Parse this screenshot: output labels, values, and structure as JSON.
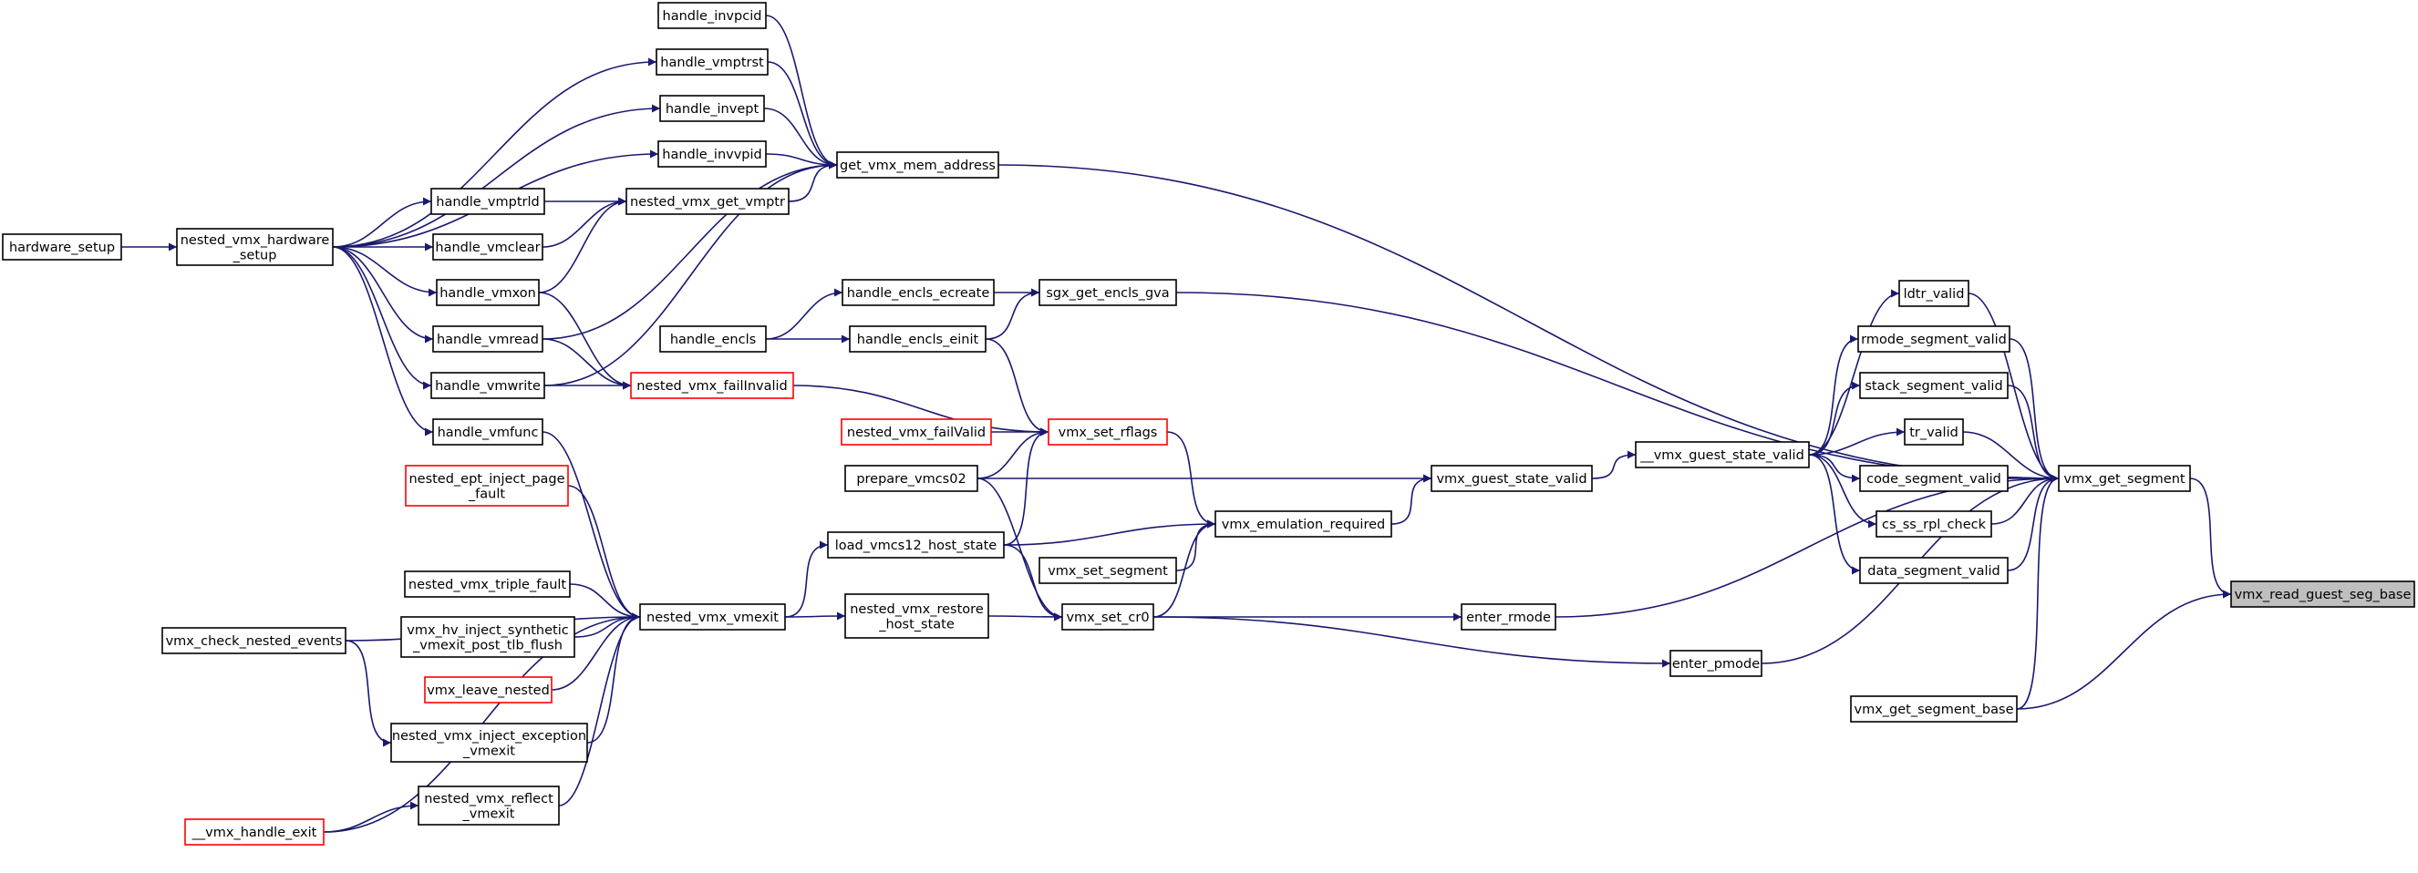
{
  "graph_title": "",
  "colors": {
    "edge": "#191970",
    "node_border": "#000000",
    "truncated_border": "#ff0000",
    "root_fill": "#bfbfbf"
  },
  "nodes": {
    "vmx_read_guest_seg_base": {
      "lines": [
        "vmx_read_guest_seg_base"
      ],
      "style": "root"
    },
    "vmx_get_segment": {
      "lines": [
        "vmx_get_segment"
      ]
    },
    "get_vmx_mem_address": {
      "lines": [
        "get_vmx_mem_address"
      ]
    },
    "sgx_get_encls_gva": {
      "lines": [
        "sgx_get_encls_gva"
      ]
    },
    "ldtr_valid": {
      "lines": [
        "ldtr_valid"
      ]
    },
    "rmode_segment_valid": {
      "lines": [
        "rmode_segment_valid"
      ]
    },
    "stack_segment_valid": {
      "lines": [
        "stack_segment_valid"
      ]
    },
    "tr_valid": {
      "lines": [
        "tr_valid"
      ]
    },
    "code_segment_valid": {
      "lines": [
        "code_segment_valid"
      ]
    },
    "cs_ss_rpl_check": {
      "lines": [
        "cs_ss_rpl_check"
      ]
    },
    "data_segment_valid": {
      "lines": [
        "data_segment_valid"
      ]
    },
    "enter_rmode": {
      "lines": [
        "enter_rmode"
      ]
    },
    "enter_pmode": {
      "lines": [
        "enter_pmode"
      ]
    },
    "vmx_get_segment_base": {
      "lines": [
        "vmx_get_segment_base"
      ]
    },
    "vmx_guest_state_valid_internal": {
      "lines": [
        "__vmx_guest_state_valid"
      ]
    },
    "vmx_guest_state_valid": {
      "lines": [
        "vmx_guest_state_valid"
      ]
    },
    "vmx_emulation_required": {
      "lines": [
        "vmx_emulation_required"
      ]
    },
    "prepare_vmcs02": {
      "lines": [
        "prepare_vmcs02"
      ]
    },
    "vmx_set_rflags": {
      "lines": [
        "vmx_set_rflags"
      ],
      "style": "truncated"
    },
    "load_vmcs12_host_state": {
      "lines": [
        "load_vmcs12_host_state"
      ]
    },
    "vmx_set_segment": {
      "lines": [
        "vmx_set_segment"
      ]
    },
    "vmx_set_cr0": {
      "lines": [
        "vmx_set_cr0"
      ]
    },
    "nested_vmx_restore_host_state": {
      "lines": [
        "nested_vmx_restore",
        "_host_state"
      ]
    },
    "nested_vmx_vmexit": {
      "lines": [
        "nested_vmx_vmexit"
      ]
    },
    "handle_encls_ecreate": {
      "lines": [
        "handle_encls_ecreate"
      ]
    },
    "handle_encls_einit": {
      "lines": [
        "handle_encls_einit"
      ]
    },
    "handle_encls": {
      "lines": [
        "handle_encls"
      ]
    },
    "nested_vmx_failInvalid": {
      "lines": [
        "nested_vmx_failInvalid"
      ],
      "style": "truncated"
    },
    "nested_vmx_failValid": {
      "lines": [
        "nested_vmx_failValid"
      ],
      "style": "truncated"
    },
    "handle_invpcid": {
      "lines": [
        "handle_invpcid"
      ]
    },
    "handle_vmptrst": {
      "lines": [
        "handle_vmptrst"
      ]
    },
    "handle_invept": {
      "lines": [
        "handle_invept"
      ]
    },
    "handle_invvpid": {
      "lines": [
        "handle_invvpid"
      ]
    },
    "nested_vmx_get_vmptr": {
      "lines": [
        "nested_vmx_get_vmptr"
      ]
    },
    "handle_vmptrld": {
      "lines": [
        "handle_vmptrld"
      ]
    },
    "handle_vmclear": {
      "lines": [
        "handle_vmclear"
      ]
    },
    "handle_vmxon": {
      "lines": [
        "handle_vmxon"
      ]
    },
    "handle_vmread": {
      "lines": [
        "handle_vmread"
      ]
    },
    "handle_vmwrite": {
      "lines": [
        "handle_vmwrite"
      ]
    },
    "handle_vmfunc": {
      "lines": [
        "handle_vmfunc"
      ]
    },
    "nested_vmx_hardware_setup": {
      "lines": [
        "nested_vmx_hardware",
        "_setup"
      ]
    },
    "hardware_setup": {
      "lines": [
        "hardware_setup"
      ]
    },
    "nested_ept_inject_page_fault": {
      "lines": [
        "nested_ept_inject_page",
        "_fault"
      ],
      "style": "truncated"
    },
    "nested_vmx_triple_fault": {
      "lines": [
        "nested_vmx_triple_fault"
      ]
    },
    "vmx_hv_inject_synthetic": {
      "lines": [
        "vmx_hv_inject_synthetic",
        "_vmexit_post_tlb_flush"
      ]
    },
    "vmx_leave_nested": {
      "lines": [
        "vmx_leave_nested"
      ],
      "style": "truncated"
    },
    "nested_vmx_inject_exception_vmexit": {
      "lines": [
        "nested_vmx_inject_exception",
        "_vmexit"
      ]
    },
    "nested_vmx_reflect_vmexit": {
      "lines": [
        "nested_vmx_reflect",
        "_vmexit"
      ]
    },
    "vmx_handle_exit": {
      "lines": [
        "__vmx_handle_exit"
      ],
      "style": "truncated"
    },
    "vmx_check_nested_events": {
      "lines": [
        "vmx_check_nested_events"
      ]
    }
  },
  "edges": [
    [
      "vmx_get_segment",
      "vmx_read_guest_seg_base"
    ],
    [
      "vmx_get_segment_base",
      "vmx_read_guest_seg_base"
    ],
    [
      "get_vmx_mem_address",
      "vmx_get_segment"
    ],
    [
      "sgx_get_encls_gva",
      "vmx_get_segment"
    ],
    [
      "ldtr_valid",
      "vmx_get_segment"
    ],
    [
      "rmode_segment_valid",
      "vmx_get_segment"
    ],
    [
      "stack_segment_valid",
      "vmx_get_segment"
    ],
    [
      "tr_valid",
      "vmx_get_segment"
    ],
    [
      "code_segment_valid",
      "vmx_get_segment"
    ],
    [
      "cs_ss_rpl_check",
      "vmx_get_segment"
    ],
    [
      "data_segment_valid",
      "vmx_get_segment"
    ],
    [
      "enter_rmode",
      "vmx_get_segment"
    ],
    [
      "enter_pmode",
      "vmx_get_segment"
    ],
    [
      "vmx_get_segment_base",
      "vmx_get_segment"
    ],
    [
      "vmx_guest_state_valid_internal",
      "ldtr_valid"
    ],
    [
      "vmx_guest_state_valid_internal",
      "rmode_segment_valid"
    ],
    [
      "vmx_guest_state_valid_internal",
      "stack_segment_valid"
    ],
    [
      "vmx_guest_state_valid_internal",
      "tr_valid"
    ],
    [
      "vmx_guest_state_valid_internal",
      "code_segment_valid"
    ],
    [
      "vmx_guest_state_valid_internal",
      "cs_ss_rpl_check"
    ],
    [
      "vmx_guest_state_valid_internal",
      "data_segment_valid"
    ],
    [
      "vmx_guest_state_valid",
      "vmx_guest_state_valid_internal"
    ],
    [
      "prepare_vmcs02",
      "vmx_guest_state_valid"
    ],
    [
      "vmx_emulation_required",
      "vmx_guest_state_valid"
    ],
    [
      "vmx_set_rflags",
      "vmx_emulation_required"
    ],
    [
      "load_vmcs12_host_state",
      "vmx_emulation_required"
    ],
    [
      "vmx_set_segment",
      "vmx_emulation_required"
    ],
    [
      "vmx_set_cr0",
      "vmx_emulation_required"
    ],
    [
      "vmx_set_cr0",
      "enter_rmode"
    ],
    [
      "vmx_set_cr0",
      "enter_pmode"
    ],
    [
      "prepare_vmcs02",
      "vmx_set_rflags"
    ],
    [
      "load_vmcs12_host_state",
      "vmx_set_rflags"
    ],
    [
      "handle_encls_einit",
      "vmx_set_rflags"
    ],
    [
      "nested_vmx_failValid",
      "vmx_set_rflags"
    ],
    [
      "nested_vmx_failInvalid",
      "vmx_set_rflags"
    ],
    [
      "prepare_vmcs02",
      "vmx_set_cr0"
    ],
    [
      "load_vmcs12_host_state",
      "vmx_set_cr0"
    ],
    [
      "nested_vmx_restore_host_state",
      "vmx_set_cr0"
    ],
    [
      "nested_vmx_vmexit",
      "load_vmcs12_host_state"
    ],
    [
      "nested_vmx_vmexit",
      "nested_vmx_restore_host_state"
    ],
    [
      "handle_encls_ecreate",
      "sgx_get_encls_gva"
    ],
    [
      "handle_encls_einit",
      "sgx_get_encls_gva"
    ],
    [
      "handle_encls",
      "handle_encls_ecreate"
    ],
    [
      "handle_encls",
      "handle_encls_einit"
    ],
    [
      "handle_invpcid",
      "get_vmx_mem_address"
    ],
    [
      "handle_vmptrst",
      "get_vmx_mem_address"
    ],
    [
      "handle_invept",
      "get_vmx_mem_address"
    ],
    [
      "handle_invvpid",
      "get_vmx_mem_address"
    ],
    [
      "nested_vmx_get_vmptr",
      "get_vmx_mem_address"
    ],
    [
      "handle_vmread",
      "get_vmx_mem_address"
    ],
    [
      "handle_vmwrite",
      "get_vmx_mem_address"
    ],
    [
      "handle_vmptrld",
      "nested_vmx_get_vmptr"
    ],
    [
      "handle_vmclear",
      "nested_vmx_get_vmptr"
    ],
    [
      "handle_vmxon",
      "nested_vmx_get_vmptr"
    ],
    [
      "handle_vmxon",
      "nested_vmx_failInvalid"
    ],
    [
      "handle_vmread",
      "nested_vmx_failInvalid"
    ],
    [
      "handle_vmwrite",
      "nested_vmx_failInvalid"
    ],
    [
      "handle_vmfunc",
      "nested_vmx_vmexit"
    ],
    [
      "nested_vmx_hardware_setup",
      "handle_vmptrst"
    ],
    [
      "nested_vmx_hardware_setup",
      "handle_invept"
    ],
    [
      "nested_vmx_hardware_setup",
      "handle_invvpid"
    ],
    [
      "nested_vmx_hardware_setup",
      "handle_vmptrld"
    ],
    [
      "nested_vmx_hardware_setup",
      "handle_vmclear"
    ],
    [
      "nested_vmx_hardware_setup",
      "handle_vmxon"
    ],
    [
      "nested_vmx_hardware_setup",
      "handle_vmread"
    ],
    [
      "nested_vmx_hardware_setup",
      "handle_vmwrite"
    ],
    [
      "nested_vmx_hardware_setup",
      "handle_vmfunc"
    ],
    [
      "hardware_setup",
      "nested_vmx_hardware_setup"
    ],
    [
      "nested_ept_inject_page_fault",
      "nested_vmx_vmexit"
    ],
    [
      "nested_vmx_triple_fault",
      "nested_vmx_vmexit"
    ],
    [
      "vmx_hv_inject_synthetic",
      "nested_vmx_vmexit"
    ],
    [
      "vmx_leave_nested",
      "nested_vmx_vmexit"
    ],
    [
      "nested_vmx_inject_exception_vmexit",
      "nested_vmx_vmexit"
    ],
    [
      "nested_vmx_reflect_vmexit",
      "nested_vmx_vmexit"
    ],
    [
      "vmx_handle_exit",
      "nested_vmx_vmexit"
    ],
    [
      "vmx_handle_exit",
      "nested_vmx_reflect_vmexit"
    ],
    [
      "vmx_check_nested_events",
      "nested_vmx_vmexit"
    ],
    [
      "vmx_check_nested_events",
      "nested_vmx_inject_exception_vmexit"
    ]
  ]
}
